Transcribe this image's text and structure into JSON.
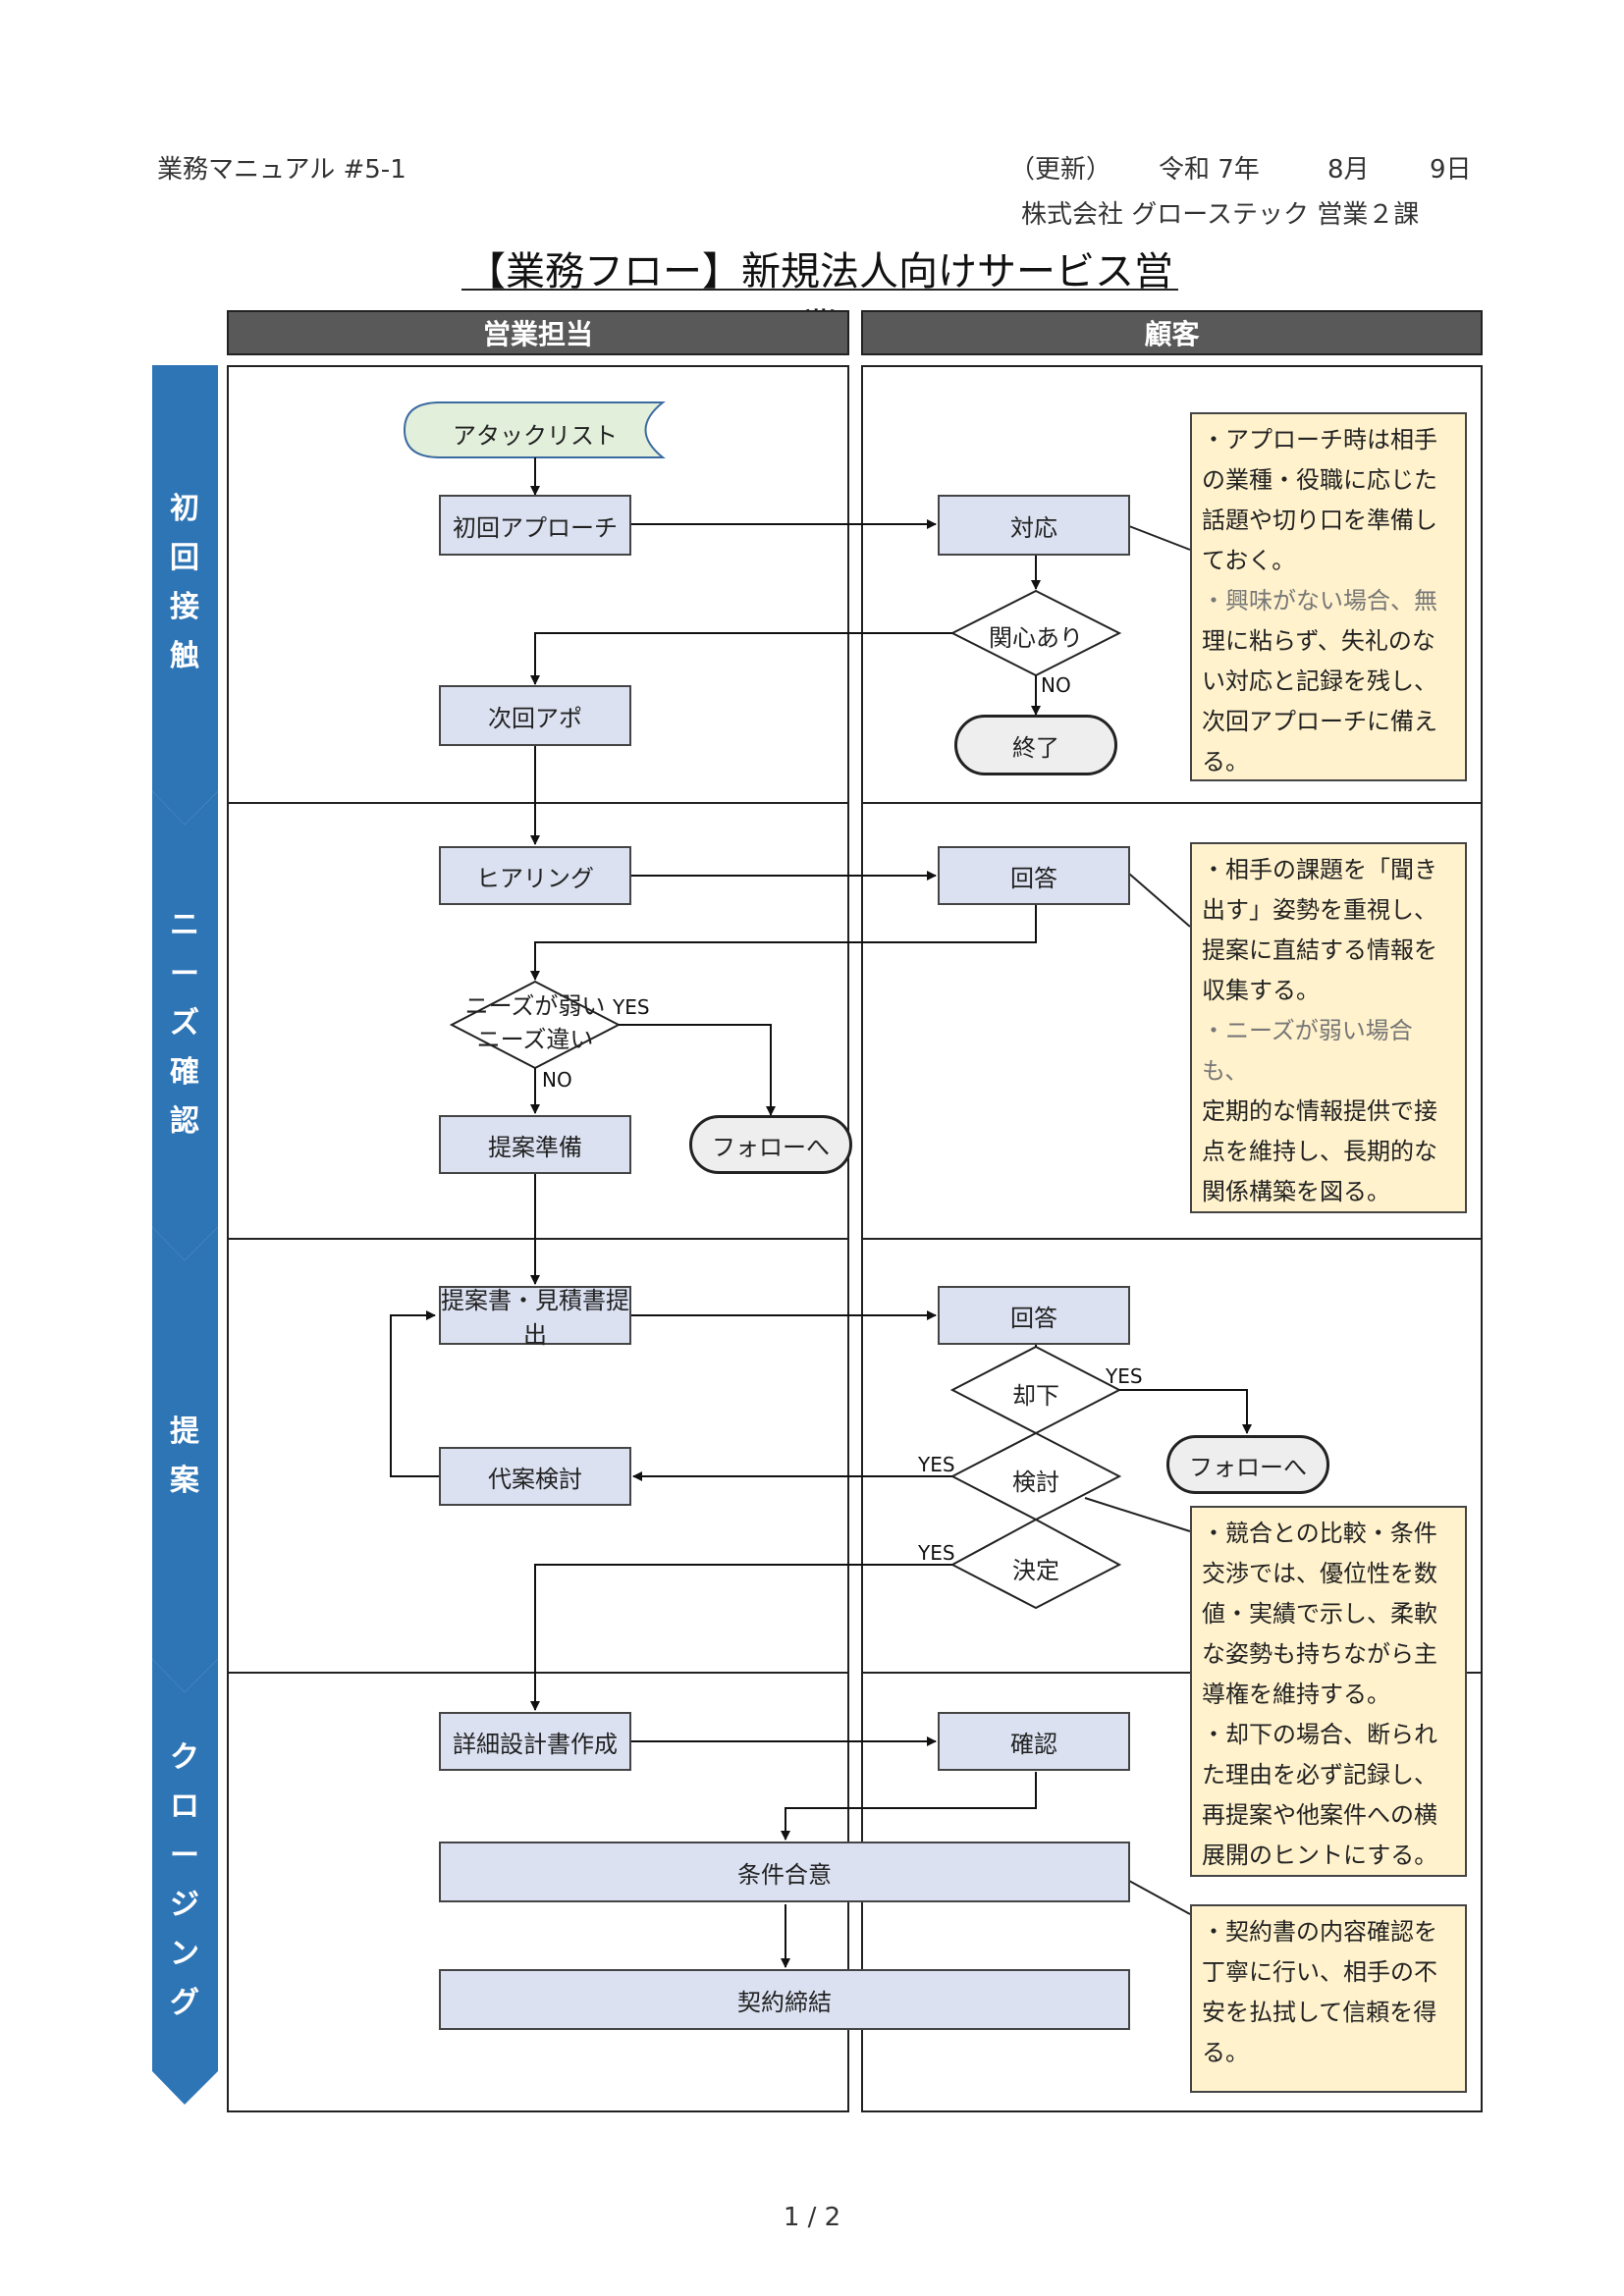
{
  "header": {
    "manual_id": "業務マニュアル #5-1",
    "update_label": "（更新）",
    "era_year": "令和 7年",
    "month": "8月",
    "day": "9日",
    "company": "株式会社 グローステック 営業２課"
  },
  "title": "【業務フロー】新規法人向けサービス営業",
  "columns": {
    "left": "営業担当",
    "right": "顧客"
  },
  "phases": [
    {
      "label": "初回接触",
      "chars": [
        "初",
        "回",
        "接",
        "触"
      ]
    },
    {
      "label": "ニーズ確認",
      "chars": [
        "ニ",
        "ー",
        "ズ",
        "確",
        "認"
      ]
    },
    {
      "label": "提案",
      "chars": [
        "提",
        "案"
      ]
    },
    {
      "label": "クロージング",
      "chars": [
        "ク",
        "ロ",
        "ー",
        "ジ",
        "ン",
        "グ"
      ]
    }
  ],
  "nodes": {
    "attack_list": "アタックリスト",
    "first_approach": "初回アプローチ",
    "response1": "対応",
    "interest": "関心あり",
    "end": "終了",
    "next_appt": "次回アポ",
    "hearing": "ヒアリング",
    "answer1": "回答",
    "weak_needs_1": "ニーズが弱い",
    "weak_needs_2": "ニーズ違い",
    "follow1": "フォローへ",
    "proposal_prep": "提案準備",
    "submit_proposal": "提案書・見積書提出",
    "answer2": "回答",
    "reject": "却下",
    "review": "検討",
    "decide": "決定",
    "follow2": "フォローへ",
    "alt_proposal": "代案検討",
    "detail_design": "詳細設計書作成",
    "confirm": "確認",
    "agreement": "条件合意",
    "contract": "契約締結"
  },
  "labels": {
    "yes": "YES",
    "no": "NO"
  },
  "notes": {
    "note1": [
      "・アプローチ時は相手",
      "の業種・役職に応じた",
      "話題や切り口を準備し",
      "ておく。"
    ],
    "note1_sub": [
      "・興味がない場合、無"
    ],
    "note1_rest": [
      "理に粘らず、失礼のな",
      "い対応と記録を残し、",
      "次回アプローチに備え",
      "る。"
    ],
    "note2": [
      "・相手の課題を「聞き",
      "出す」姿勢を重視し、",
      "提案に直結する情報を",
      "収集する。"
    ],
    "note2_sub": [
      "・ニーズが弱い場合も、"
    ],
    "note2_rest": [
      "定期的な情報提供で接",
      "点を維持し、長期的な",
      "関係構築を図る。"
    ],
    "note3": [
      "・競合との比較・条件",
      "交渉では、優位性を数",
      "値・実績で示し、柔軟",
      "な姿勢も持ちながら主",
      "導権を維持する。",
      "・却下の場合、断られ",
      "た理由を必ず記録し、",
      "再提案や他案件への横",
      "展開のヒントにする。"
    ],
    "note4": [
      "・契約書の内容確認を",
      "丁寧に行い、相手の不",
      "安を払拭して信頼を得",
      "る。"
    ]
  },
  "footer": {
    "page": "1 / 2"
  },
  "colors": {
    "phase_blue": "#2e75b6",
    "node_fill": "#dbe1f1",
    "note_fill": "#fff2cc",
    "header_gray": "#595959",
    "start_fill": "#e2efda"
  }
}
